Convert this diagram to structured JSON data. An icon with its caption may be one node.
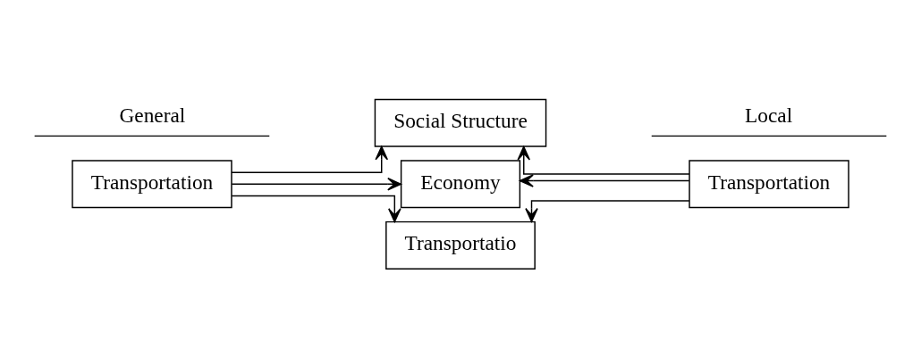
{
  "diagram": {
    "nodes": [
      {
        "text": [
          "Transportation"
        ]
      },
      {
        "text": [
          "Social Structure"
        ]
      },
      {
        "text": [
          "Economy"
        ]
      },
      {
        "text": [
          "Transportatio"
        ]
      },
      {
        "text": [
          "Transportation"
        ]
      }
    ],
    "edges": [
      {
        "from": 0,
        "to": 1,
        "arrow": "to"
      },
      {
        "from": 0,
        "to": 2,
        "arrow": "to"
      },
      {
        "from": 0,
        "to": 3,
        "arrow": "to"
      },
      {
        "from": 4,
        "to": 1,
        "arrow": "to"
      },
      {
        "from": 4,
        "to": 2,
        "arrow": "to"
      },
      {
        "from": 4,
        "to": 3,
        "arrow": "to"
      }
    ],
    "labels": [
      "General",
      "Local"
    ]
  }
}
